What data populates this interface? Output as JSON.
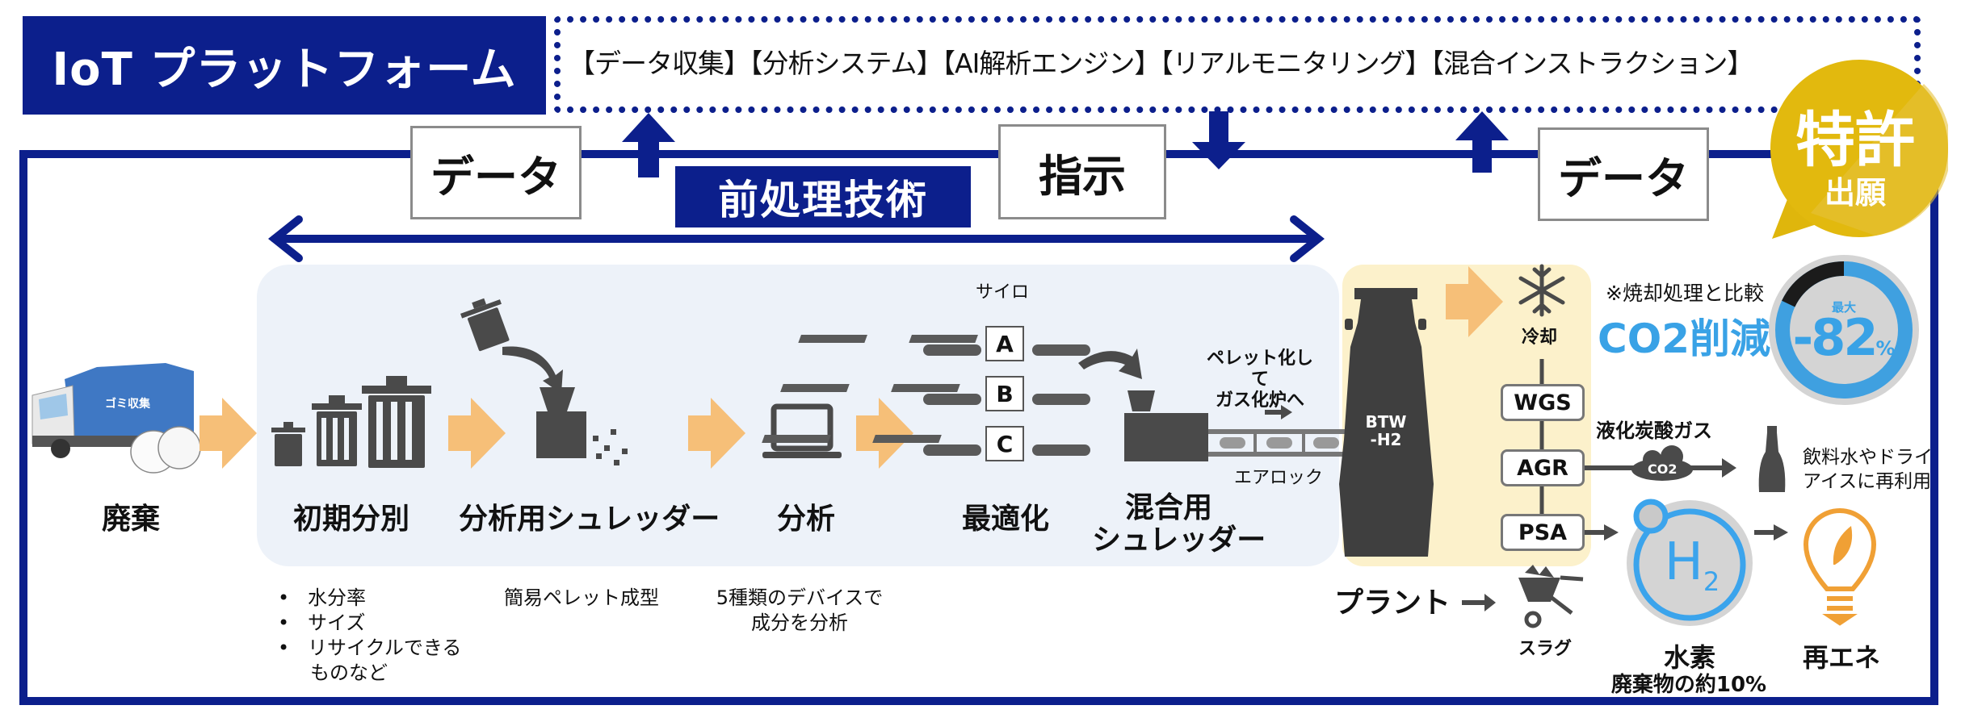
{
  "header": {
    "platform_title": "IoT プラットフォーム",
    "platform_features": "【データ収集】【分析システム】【AI解析エンジン】【リアルモニタリング】【混合インストラクション】"
  },
  "flow_labels": {
    "data_left": "データ",
    "instruction": "指示",
    "data_right": "データ",
    "preprocessing": "前処理技術"
  },
  "patent_badge": {
    "line1": "特許",
    "line2": "出願",
    "color": "#e2b90e"
  },
  "steps": [
    {
      "label": "廃棄",
      "icon": "garbage-truck-icon"
    },
    {
      "label": "初期分別",
      "icon": "trash-cans-icon",
      "notes": [
        "水分率",
        "サイズ",
        "リサイクルできる",
        "ものなど"
      ]
    },
    {
      "label": "分析用シュレッダー",
      "icon": "shredder-icon",
      "notes": [
        "簡易ペレット成型"
      ]
    },
    {
      "label": "分析",
      "icon": "laptop-icon",
      "notes": [
        "5種類のデバイスで",
        "成分を分析"
      ]
    },
    {
      "label": "最適化",
      "icon": "silo-conveyor-icon",
      "silo_label": "サイロ",
      "silos": [
        "A",
        "B",
        "C"
      ]
    },
    {
      "label_line1": "混合用",
      "label_line2": "シュレッダー",
      "icon": "mixing-shredder-icon"
    }
  ],
  "pellet_note": {
    "line1": "ペレット化して",
    "line2": "ガス化炉へ"
  },
  "airlock_label": "エアロック",
  "plant": {
    "reactor_label_line1": "BTW",
    "reactor_label_line2": "-H2",
    "label": "プラント",
    "cooling_label": "冷却",
    "processes": [
      "WGS",
      "AGR",
      "PSA"
    ],
    "slag_label": "スラグ"
  },
  "co2": {
    "note": "※焼却処理と比較",
    "title": "CO2削減",
    "gauge_caption": "最大",
    "gauge_value": "-82",
    "gauge_unit": "%",
    "reduction_fraction": 0.82,
    "liquid_label": "液化炭酸ガス",
    "cloud_label": "CO2",
    "reuse_line1": "飲料水やドライ",
    "reuse_line2": "アイスに再利用"
  },
  "hydrogen": {
    "symbol": "H",
    "subscript": "2",
    "label": "水素",
    "sublabel": "廃棄物の約10%"
  },
  "renewable": {
    "label": "再エネ"
  },
  "colors": {
    "navy": "#0c1f8c",
    "orange_arrow": "#f6bf78",
    "panel_blue": "#edf2f9",
    "panel_yellow": "#fcf1cb",
    "accent_blue": "#39a2e6",
    "icon_gray": "#4a4a4a",
    "bulb_orange": "#f0a035"
  }
}
